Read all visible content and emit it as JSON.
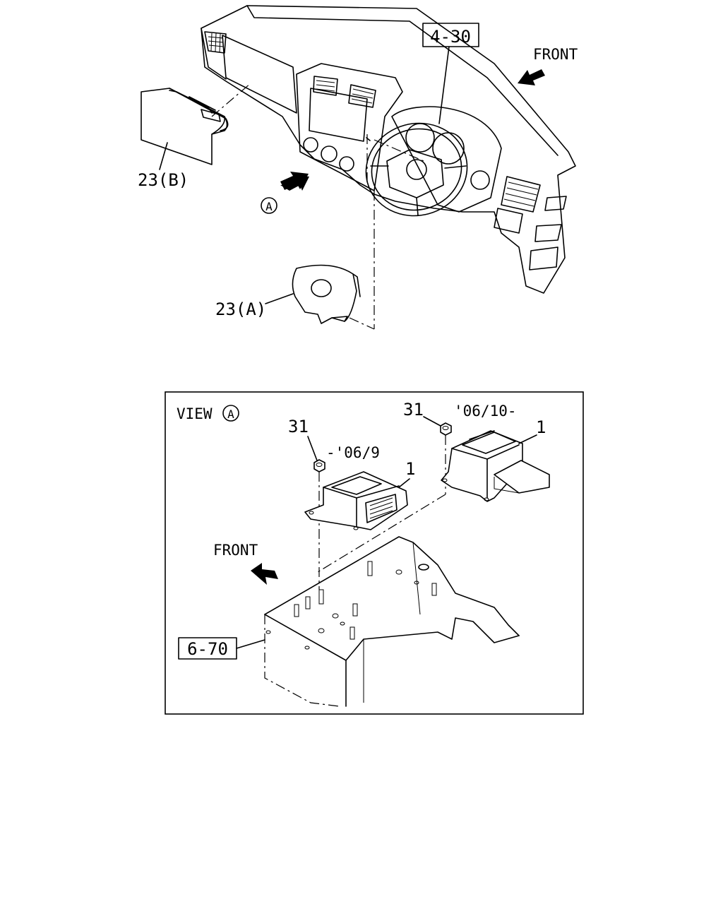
{
  "top_view": {
    "ref_box_label": "4-30",
    "front_label": "FRONT",
    "view_marker": "A",
    "part_passenger_airbag": "23(B)",
    "part_driver_airbag": "23(A)"
  },
  "view_a": {
    "title": "VIEW",
    "title_marker": "A",
    "front_label": "FRONT",
    "nut_left_label": "31",
    "nut_right_label": "31",
    "sensor_left_label": "1",
    "sensor_right_label": "1",
    "date_left": "-'06/9",
    "date_right": "'06/10-",
    "ref_box_label": "6-70"
  }
}
